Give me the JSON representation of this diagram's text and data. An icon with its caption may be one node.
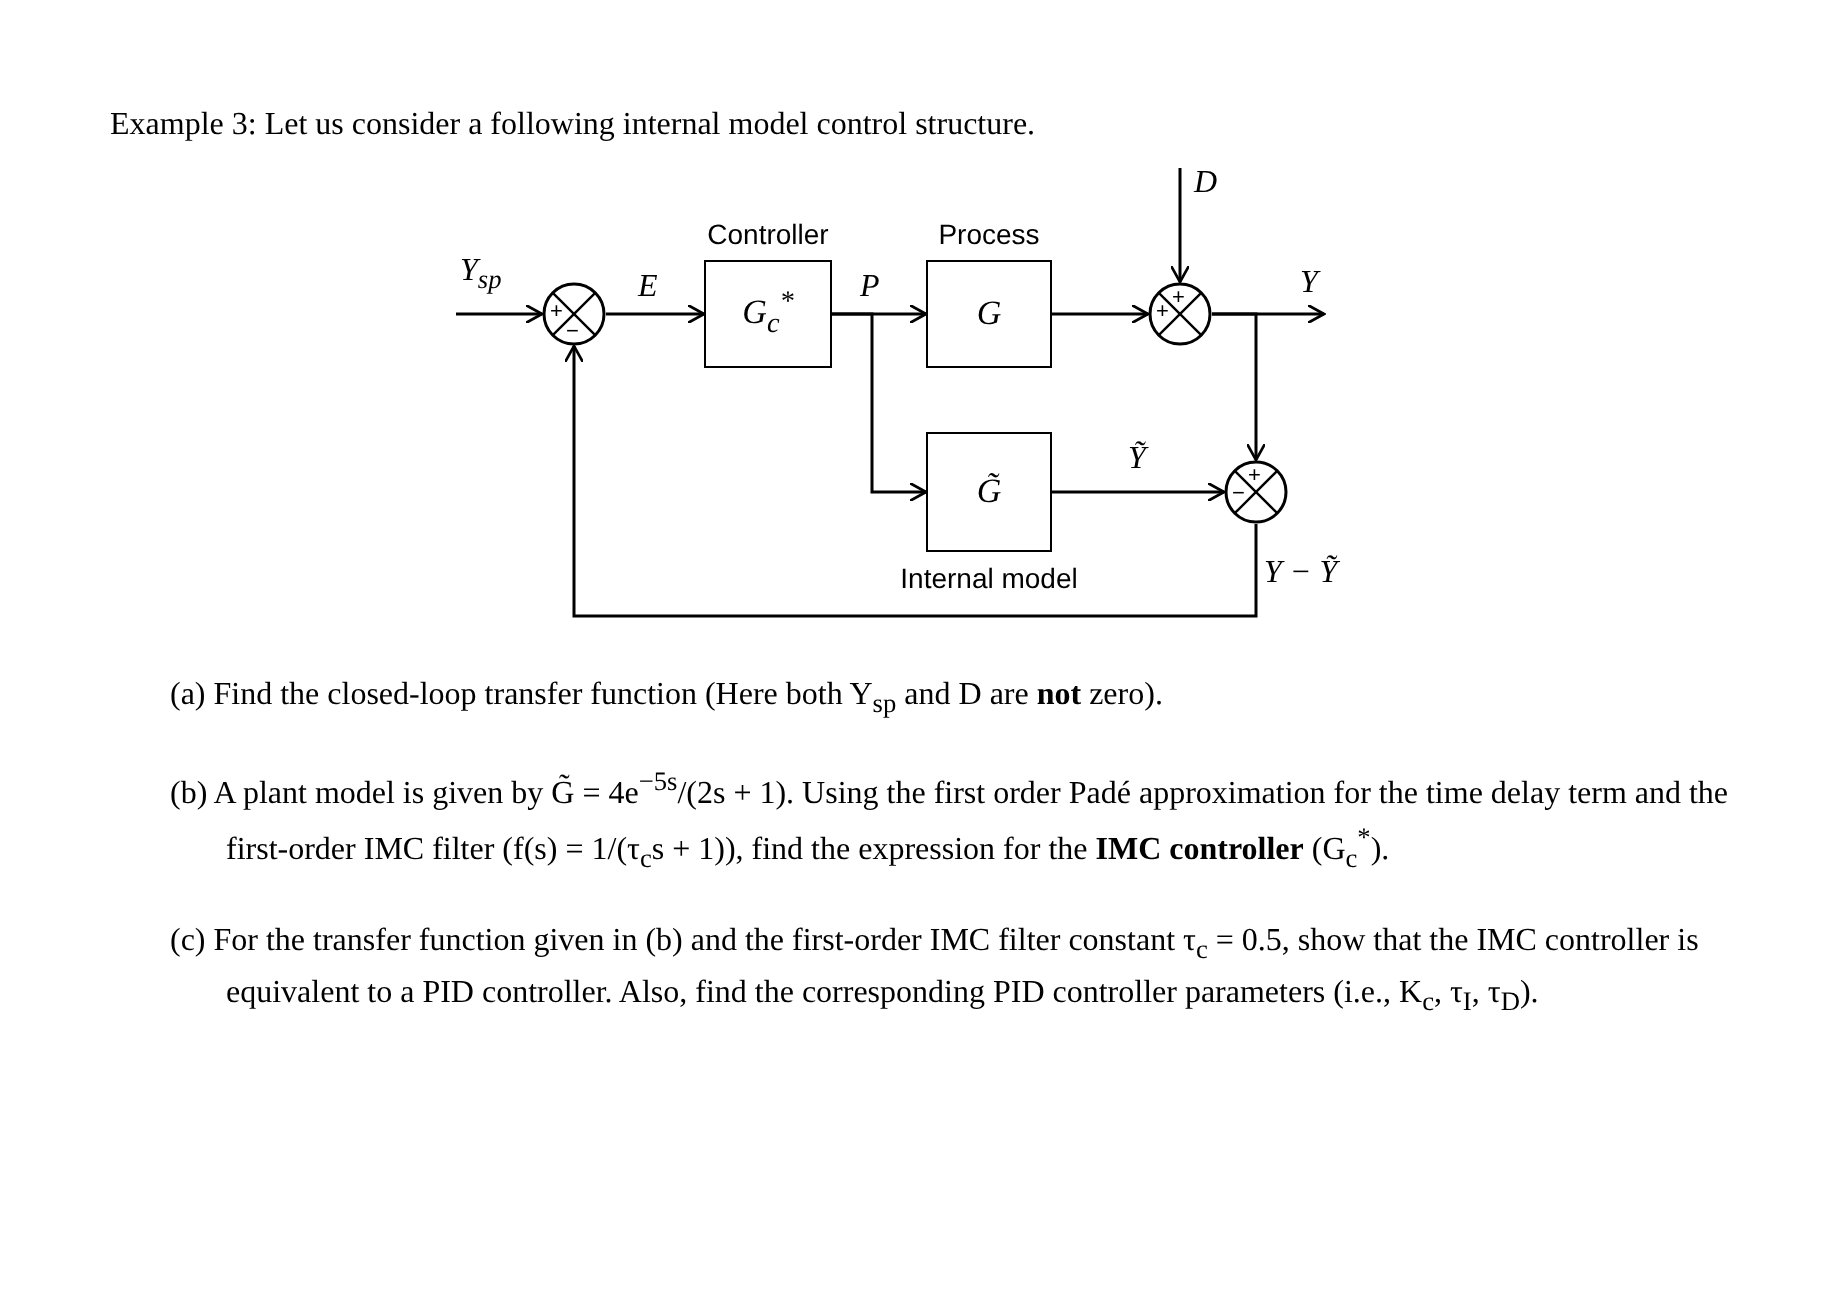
{
  "diagram": {
    "title": "Example 3: Let us consider a following internal model control structure.",
    "nodes": [
      {
        "text": [
          "+",
          "−"
        ]
      },
      {
        "text": [
          "Controller",
          "G$_{c}$$^{*}$"
        ]
      },
      {
        "text": [
          "Process",
          "G"
        ]
      },
      {
        "text": [
          "G̃",
          "Internal model"
        ]
      },
      {
        "text": [
          "+",
          "+"
        ]
      },
      {
        "text": [
          "+",
          "−"
        ]
      }
    ],
    "edges": [
      {
        "from": null,
        "to": 0,
        "arrow": "to",
        "label": "Y$_{sp}$"
      },
      {
        "from": 0,
        "to": 1,
        "arrow": "to",
        "label": "E"
      },
      {
        "from": 1,
        "to": 2,
        "arrow": "to",
        "label": "P"
      },
      {
        "from": 1,
        "to": 3,
        "arrow": "to"
      },
      {
        "from": 2,
        "to": 4,
        "arrow": "to"
      },
      {
        "from": null,
        "to": 4,
        "arrow": "to",
        "label": "D"
      },
      {
        "from": 4,
        "to": null,
        "arrow": "to",
        "label": "Y"
      },
      {
        "from": 4,
        "to": 5,
        "arrow": "to"
      },
      {
        "from": 3,
        "to": 5,
        "arrow": "to",
        "label": "Ỹ"
      },
      {
        "from": 5,
        "to": 0,
        "arrow": "to",
        "label": "Y − Ỹ"
      }
    ],
    "labels": [
      "(a) Find the closed-loop transfer function (Here both Y$_{sp}$ and D are **not** zero).",
      "(b) A plant model is given by G̃ = 4e$^{−5s}$/(2s + 1). Using the first order Padé approximation for the time delay term and the first-order IMC filter (f(s) = 1/(τ$_{c}$s + 1)), find the expression for the **IMC controller** (G$_{c}$$^{*}$).",
      "(c) For the transfer function given in (b) and the first-order IMC filter constant τ$_{c}$ = 0.5, show that the IMC controller is equivalent to a PID controller. Also, find the corresponding PID controller parameters (i.e., K$_{c}$, τ$_{I}$, τ$_{D}$)."
    ]
  }
}
